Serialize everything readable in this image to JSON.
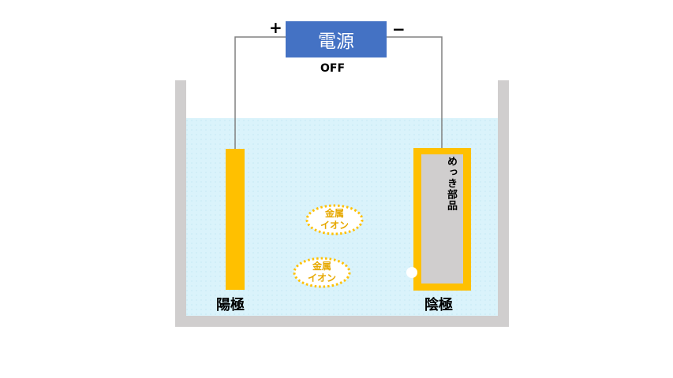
{
  "power_supply": {
    "label": "電源",
    "state": "OFF",
    "plus": "+",
    "minus": "−"
  },
  "anode": {
    "label": "陽極"
  },
  "cathode": {
    "label": "陰極",
    "part_label": "めっき部品"
  },
  "ions": [
    {
      "line1": "金属",
      "line2": "イオン"
    },
    {
      "line1": "金属",
      "line2": "イオン"
    }
  ],
  "colors": {
    "power_supply": "#4472C4",
    "solution": "#DAF3FB",
    "tank": "#D0CECE",
    "electrode": "#FFC000",
    "part": "#D0CECE",
    "ion": "#FFC000",
    "wire": "#808080"
  }
}
